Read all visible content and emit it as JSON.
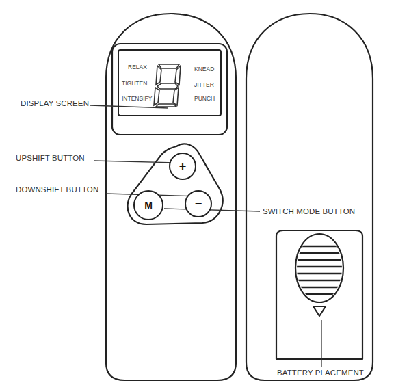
{
  "diagram": {
    "nodes": [
      {
        "text": [
          "RELAX",
          "TIGHTEN",
          "INTENSIFY",
          "KNEAD",
          "JITTER",
          "PUNCH"
        ]
      },
      {
        "text": [
          "+"
        ]
      },
      {
        "text": [
          "M"
        ]
      },
      {
        "text": [
          "−"
        ]
      }
    ],
    "labels": [
      "DISPLAY SCREEN",
      "UPSHIFT BUTTON",
      "DOWNSHIFT BUTTON",
      "SWITCH MODE BUTTON",
      "BATTERY PLACEMENT"
    ]
  }
}
